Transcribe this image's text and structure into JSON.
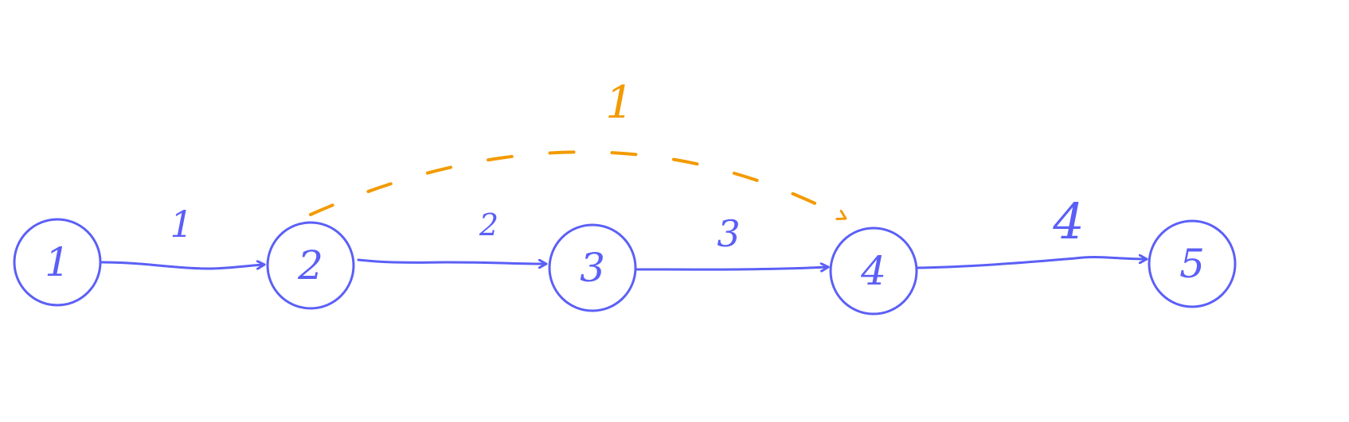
{
  "colors": {
    "primary_stroke": "#5b5ff6",
    "secondary_stroke": "#f29a00",
    "background": "#ffffff"
  },
  "nodes": [
    {
      "id": "1",
      "label": "1"
    },
    {
      "id": "2",
      "label": "2"
    },
    {
      "id": "3",
      "label": "3"
    },
    {
      "id": "4",
      "label": "4"
    },
    {
      "id": "5",
      "label": "5"
    }
  ],
  "edges": [
    {
      "from": "1",
      "to": "2",
      "weight": "1",
      "style": "solid"
    },
    {
      "from": "2",
      "to": "3",
      "weight": "2",
      "style": "solid"
    },
    {
      "from": "3",
      "to": "4",
      "weight": "3",
      "style": "solid"
    },
    {
      "from": "4",
      "to": "5",
      "weight": "4",
      "style": "solid"
    },
    {
      "from": "2",
      "to": "4",
      "weight": "1",
      "style": "dashed"
    }
  ]
}
